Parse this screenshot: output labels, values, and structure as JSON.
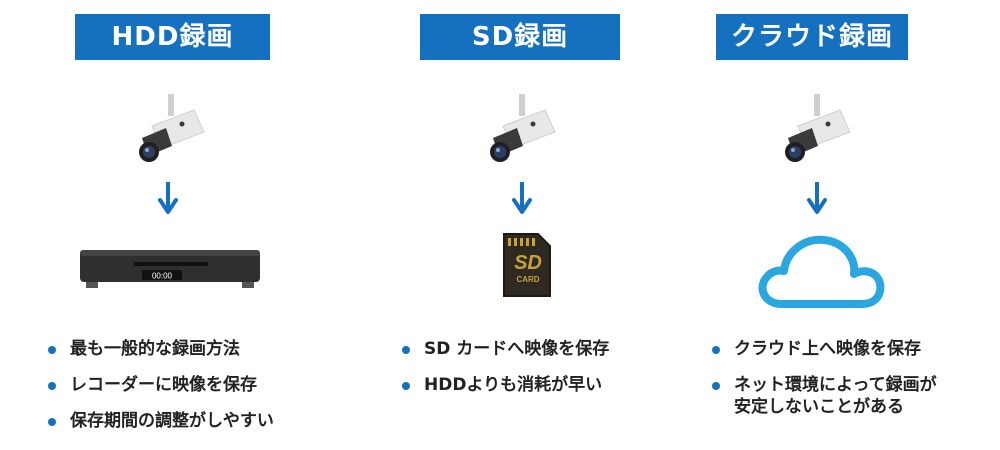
{
  "columns": [
    {
      "title": "HDD録画",
      "points": [
        "最も一般的な録画方法",
        "レコーダーに映像を保存",
        "保存期間の調整がしやすい"
      ],
      "device": {
        "type": "recorder",
        "display": "00:00"
      }
    },
    {
      "title": "SD録画",
      "points": [
        "SD カードへ映像を保存",
        "HDDよりも消耗が早い"
      ],
      "device": {
        "type": "sd-card",
        "label": "SD",
        "sublabel": "CARD"
      }
    },
    {
      "title": "クラウド録画",
      "points": [
        "クラウド上へ映像を保存",
        "ネット環境によって録画が\n安定しないことがある"
      ],
      "device": {
        "type": "cloud"
      }
    }
  ],
  "colors": {
    "accent": "#1670c0",
    "cloud": "#2aa6e0",
    "text": "#222222"
  }
}
